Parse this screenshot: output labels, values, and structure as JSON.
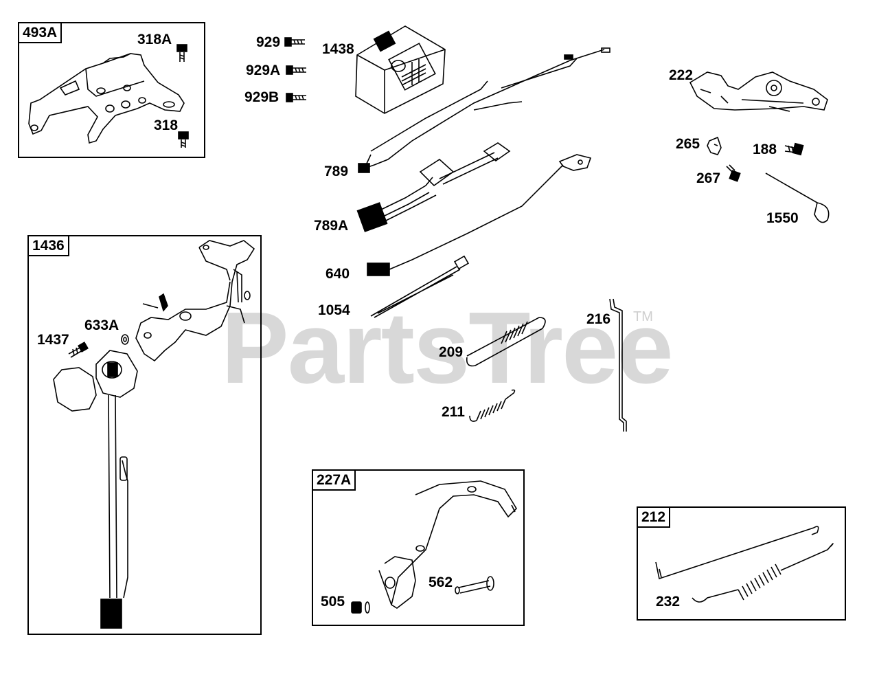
{
  "watermark": {
    "text": "PartsTree",
    "trademark": "TM"
  },
  "boxes": {
    "b493A": "493A",
    "b1436": "1436",
    "b227A": "227A",
    "b212": "212"
  },
  "labels": {
    "l318A": "318A",
    "l318": "318",
    "l929": "929",
    "l929A": "929A",
    "l929B": "929B",
    "l1438": "1438",
    "l789": "789",
    "l789A": "789A",
    "l640": "640",
    "l1054": "1054",
    "l209": "209",
    "l211": "211",
    "l216": "216",
    "l222": "222",
    "l265": "265",
    "l188": "188",
    "l267": "267",
    "l1550": "1550",
    "l1437": "1437",
    "l633A": "633A",
    "l505": "505",
    "l562": "562",
    "l232": "232"
  }
}
